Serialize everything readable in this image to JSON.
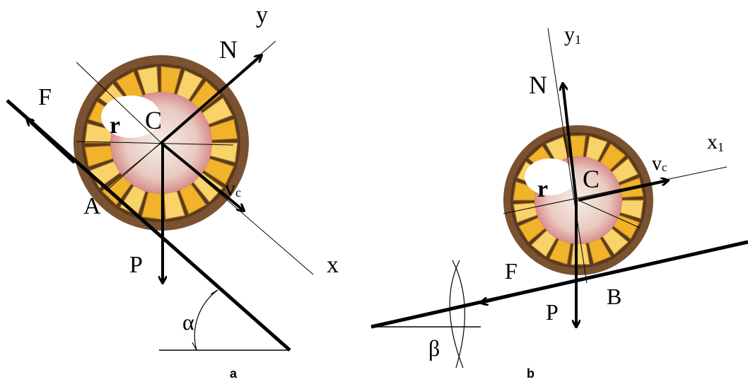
{
  "panel_a": {
    "caption": "a",
    "labels": {
      "y": "y",
      "N": "N",
      "F": "F",
      "r": "r",
      "C": "C",
      "vc": "v",
      "vc_sub": "c",
      "A": "A",
      "P": "P",
      "x": "x",
      "alpha": "α"
    }
  },
  "panel_b": {
    "caption": "b",
    "labels": {
      "y1": "y",
      "y1_sub": "1",
      "N": "N",
      "x1": "x",
      "x1_sub": "1",
      "vc": "v",
      "vc_sub": "c",
      "r": "r",
      "C": "C",
      "F": "F",
      "B": "B",
      "P": "P",
      "beta": "β"
    }
  },
  "colors": {
    "husk": "#7a5230",
    "husk_dark": "#4a2e18",
    "kernel": "#f0b32a",
    "kernel_light": "#f8d36a",
    "pith": "#f3e6dc",
    "pith_pink": "#d98c8c",
    "line": "#000000"
  }
}
